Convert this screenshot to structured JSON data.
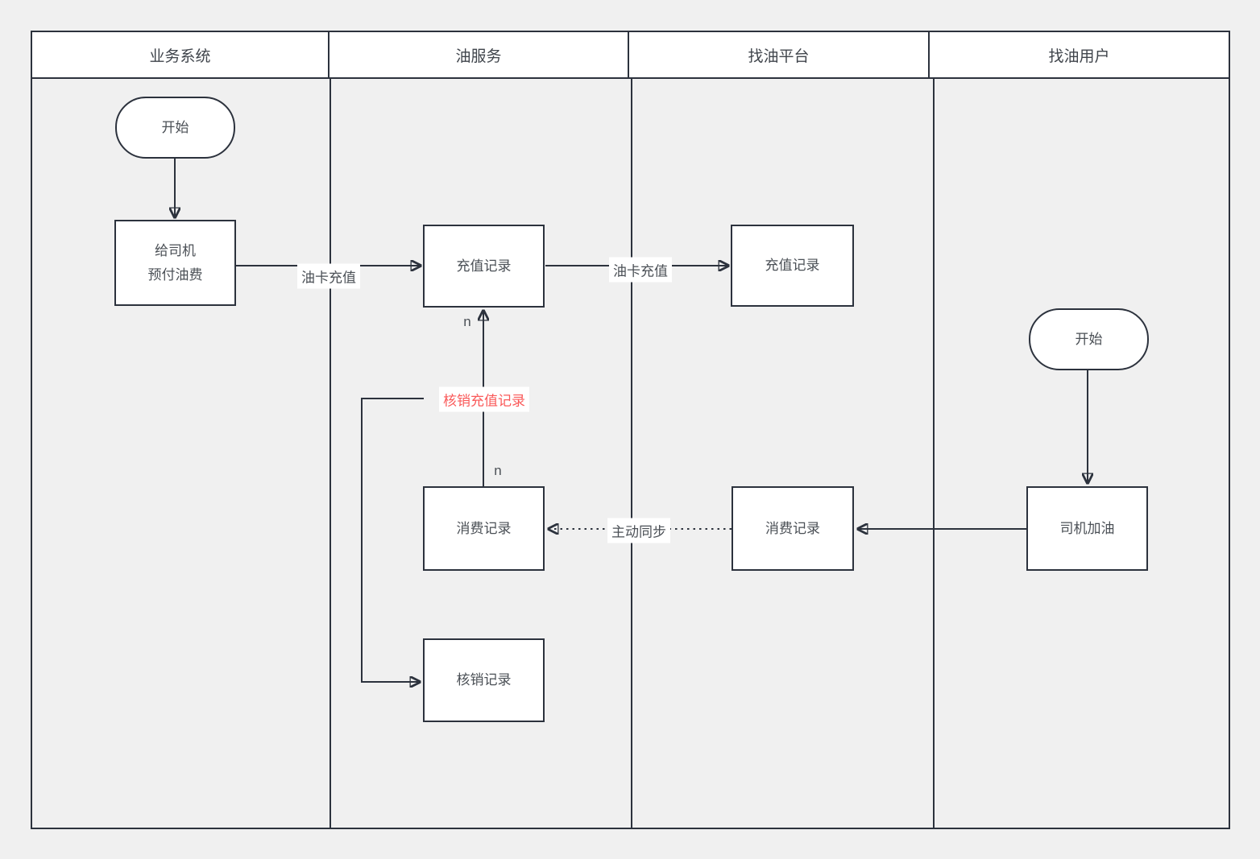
{
  "diagram": {
    "type": "swimlane-flowchart",
    "lanes": [
      {
        "label": "业务系统"
      },
      {
        "label": "油服务"
      },
      {
        "label": "找油平台"
      },
      {
        "label": "找油用户"
      }
    ],
    "nodes": {
      "start_business": "开始",
      "prepay_line1": "给司机",
      "prepay_line2": "预付油费",
      "recharge_record_service": "充值记录",
      "recharge_record_platform": "充值记录",
      "consume_record_service": "消费记录",
      "consume_record_platform": "消费记录",
      "writeoff_record": "核销记录",
      "start_user": "开始",
      "driver_refuel": "司机加油"
    },
    "edge_labels": {
      "card_recharge_1": "油卡充值",
      "card_recharge_2": "油卡充值",
      "writeoff_recharge": "核销充值记录",
      "active_sync": "主动同步",
      "n_top": "n",
      "n_bottom": "n"
    },
    "colors": {
      "line": "#2c323d",
      "node_background": "#ffffff",
      "lane_header_background": "#ffffff",
      "canvas_background": "#f0f0f0",
      "red_label": "#fa5a5a",
      "text": "#4b5056"
    }
  }
}
